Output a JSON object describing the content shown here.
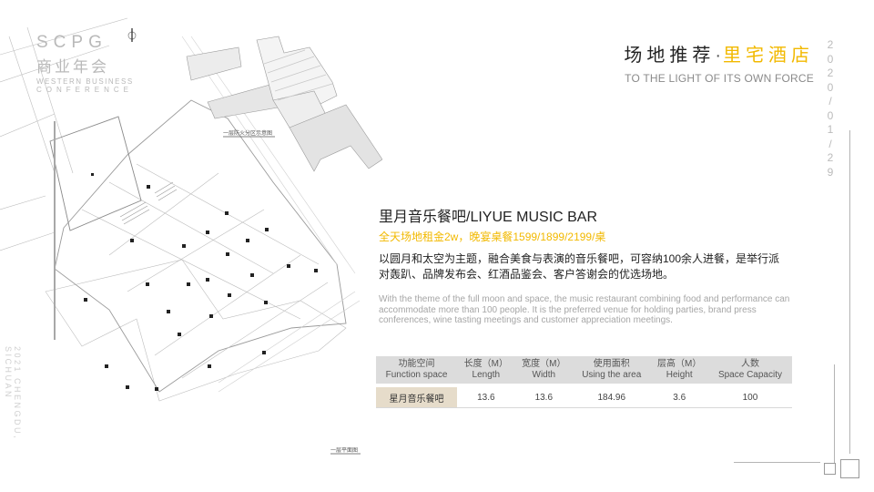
{
  "logo": {
    "line1": "SCPG",
    "line2": "商业年会",
    "line3": "WESTERN BUSINESS",
    "line4": "CONFERENCE"
  },
  "side_caption": "2021 CHENGDU, SICHUAN",
  "plan_labels": {
    "fire_zone": "一层防火分区示意图",
    "floor_plan": "一层平面图"
  },
  "header": {
    "title_main": "场地推荐",
    "title_sep": "·",
    "title_highlight": "里宅酒店",
    "subtitle": "TO THE LIGHT OF ITS OWN FORCE",
    "date_chars": [
      "2",
      "0",
      "2",
      "0",
      "/",
      "0",
      "1",
      "/",
      "2",
      "9"
    ]
  },
  "venue": {
    "name": "里月音乐餐吧/LIYUE MUSIC BAR",
    "price": "全天场地租金2w，晚宴桌餐1599/1899/2199/桌",
    "desc_cn": "以圆月和太空为主题，融合美食与表演的音乐餐吧，可容纳100余人进餐，是举行派对轰趴、品牌发布会、红酒品鉴会、客户答谢会的优选场地。",
    "desc_en": "With the theme of the full moon and space, the music restaurant combining food and performance can accommodate more than 100 people. It is the preferred venue for holding parties, brand press conferences, wine tasting meetings and customer appreciation meetings."
  },
  "table": {
    "headers": [
      {
        "cn": "功能空间",
        "en": "Function space"
      },
      {
        "cn": "长度（M）",
        "en": "Length"
      },
      {
        "cn": "宽度（M）",
        "en": "Width"
      },
      {
        "cn": "使用面积",
        "en": "Using the area"
      },
      {
        "cn": "层高（M）",
        "en": "Height"
      },
      {
        "cn": "人数",
        "en": "Space Capacity"
      }
    ],
    "rows": [
      [
        "星月音乐餐吧",
        "13.6",
        "13.6",
        "184.96",
        "3.6",
        "100"
      ]
    ]
  },
  "colors": {
    "accent": "#f2b900",
    "highlight_cell": "#e6dcca",
    "header_cell": "#dcdcdc"
  }
}
